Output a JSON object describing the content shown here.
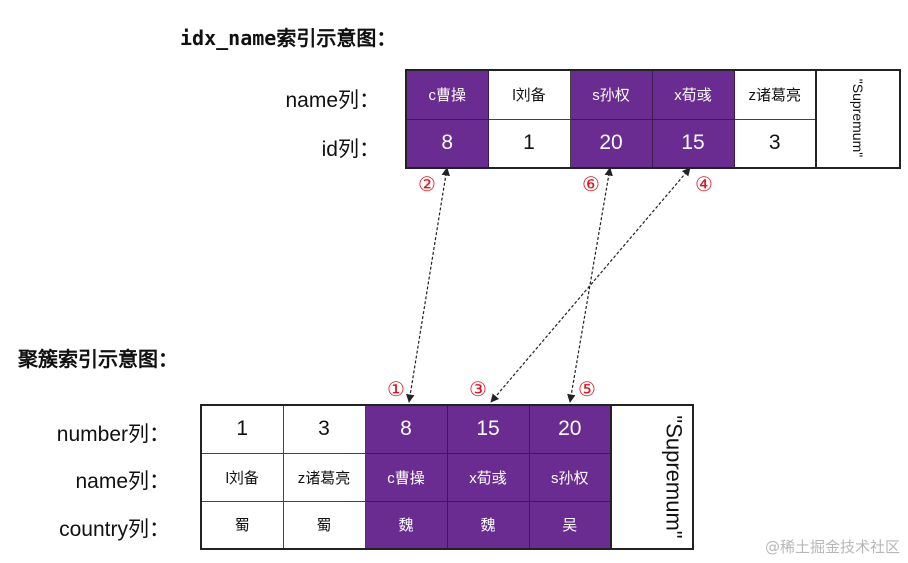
{
  "titles": {
    "top": "idx_name索引示意图：",
    "bottom": "聚簇索引示意图："
  },
  "top_index": {
    "row_labels": [
      "name列：",
      "id列："
    ],
    "columns": [
      {
        "name": "c曹操",
        "id": "8",
        "highlight": true
      },
      {
        "name": "l刘备",
        "id": "1",
        "highlight": false
      },
      {
        "name": "s孙权",
        "id": "20",
        "highlight": true
      },
      {
        "name": "x荀彧",
        "id": "15",
        "highlight": true
      },
      {
        "name": "z诸葛亮",
        "id": "3",
        "highlight": false
      }
    ],
    "supremum": "\"Supremum\""
  },
  "bottom_index": {
    "row_labels": [
      "number列：",
      "name列：",
      "country列："
    ],
    "columns": [
      {
        "number": "1",
        "name": "l刘备",
        "country": "蜀",
        "highlight": false
      },
      {
        "number": "3",
        "name": "z诸葛亮",
        "country": "蜀",
        "highlight": false
      },
      {
        "number": "8",
        "name": "c曹操",
        "country": "魏",
        "highlight": true
      },
      {
        "number": "15",
        "name": "x荀彧",
        "country": "魏",
        "highlight": true
      },
      {
        "number": "20",
        "name": "s孙权",
        "country": "吴",
        "highlight": true
      }
    ],
    "supremum": "\"Supremum\""
  },
  "markers": {
    "m1": "①",
    "m2": "②",
    "m3": "③",
    "m4": "④",
    "m5": "⑤",
    "m6": "⑥"
  },
  "colors": {
    "highlight": "#6a2c91",
    "marker": "#e0141e",
    "arrow": "#222222"
  },
  "watermark": "@稀土掘金技术社区"
}
